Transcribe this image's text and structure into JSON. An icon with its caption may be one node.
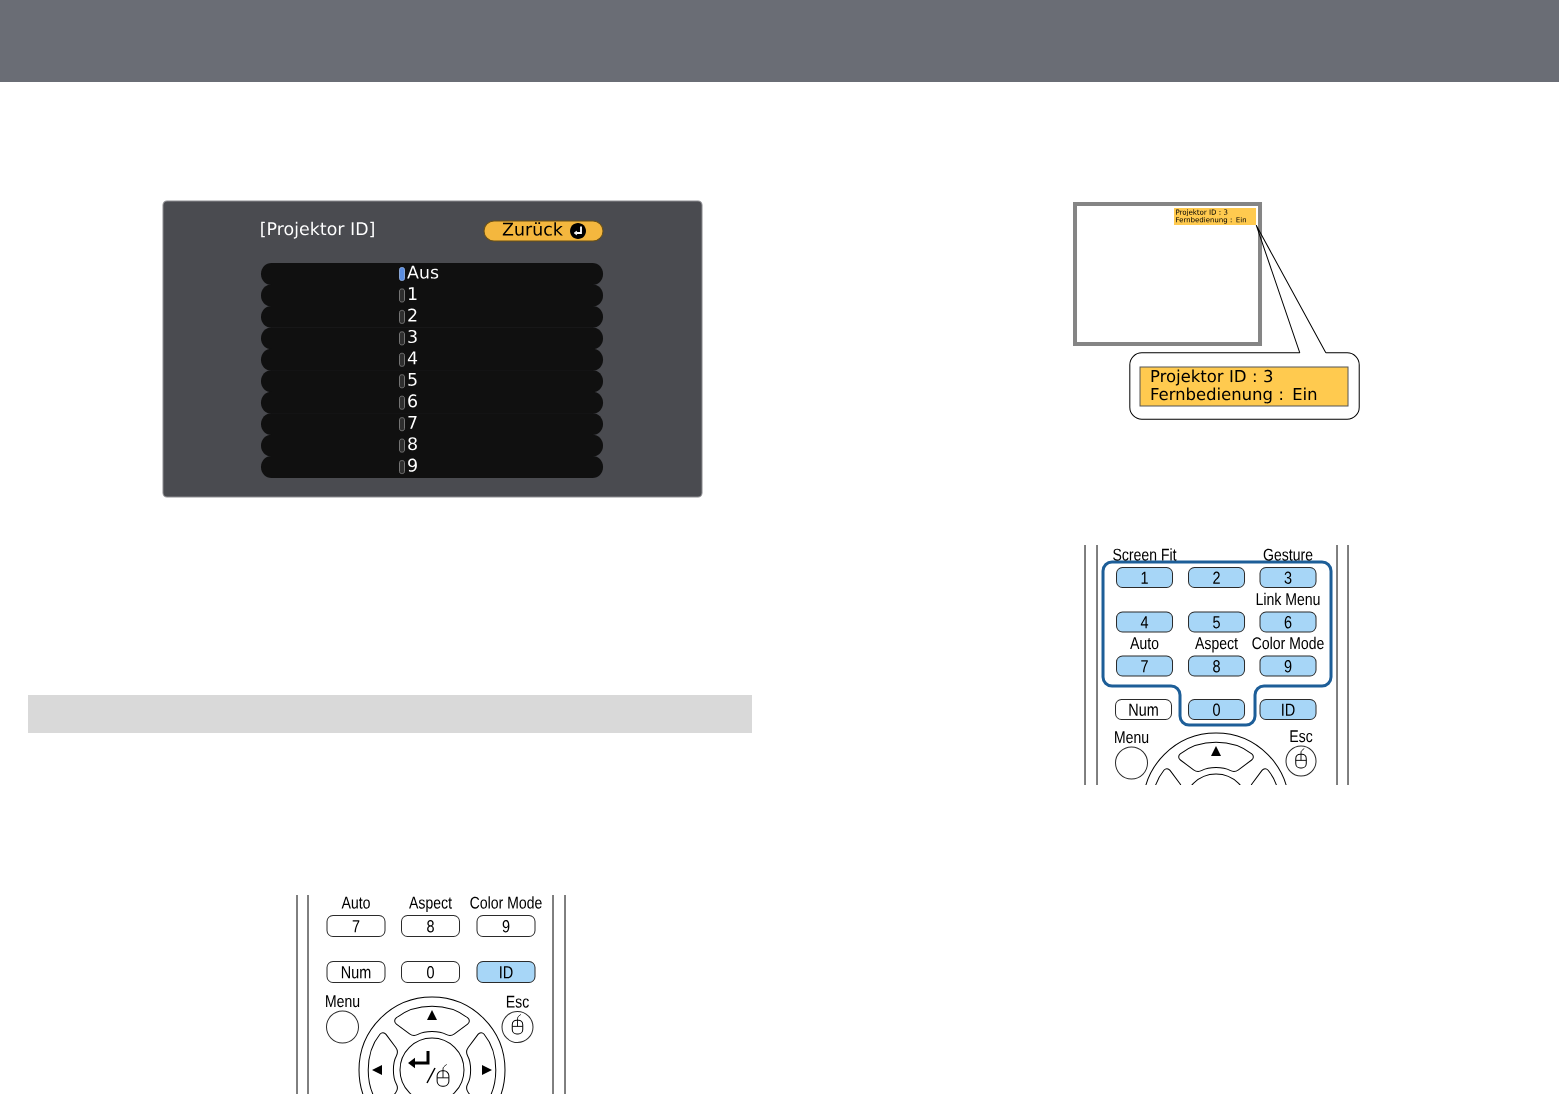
{
  "diagram": {
    "nodes": [
      {
        "text": [
          "[Projektor ID]"
        ]
      },
      {
        "text": [
          "Zurück"
        ],
        "in": 0
      },
      {
        "text": [
          "Aus"
        ],
        "in": 0
      },
      {
        "text": [
          "1"
        ],
        "in": 0
      },
      {
        "text": [
          "2"
        ],
        "in": 0
      },
      {
        "text": [
          "3"
        ],
        "in": 0
      },
      {
        "text": [
          "4"
        ],
        "in": 0
      },
      {
        "text": [
          "5"
        ],
        "in": 0
      },
      {
        "text": [
          "6"
        ],
        "in": 0
      },
      {
        "text": [
          "7"
        ],
        "in": 0
      },
      {
        "text": [
          "8"
        ],
        "in": 0
      },
      {
        "text": [
          "9"
        ],
        "in": 0
      },
      {
        "text": [],
        "shape": "box"
      },
      {
        "text": [
          "Projektor ID : 3",
          "Fernbedienung : Ein"
        ],
        "in": 12
      },
      {
        "text": [],
        "shape": "box"
      },
      {
        "text": [
          "Projektor ID : 3",
          "Fernbedienung : Ein"
        ],
        "in": 14
      },
      {
        "text": [],
        "shape": "box"
      },
      {
        "text": [
          "1"
        ],
        "in": 16,
        "beside": [
          "Screen Fit"
        ]
      },
      {
        "text": [
          "2"
        ],
        "in": 16
      },
      {
        "text": [
          "3"
        ],
        "in": 16,
        "beside": [
          "Gesture"
        ]
      },
      {
        "text": [
          "4"
        ],
        "in": 16
      },
      {
        "text": [
          "5"
        ],
        "in": 16
      },
      {
        "text": [
          "6"
        ],
        "in": 16,
        "beside": [
          "Link Menu"
        ]
      },
      {
        "text": [
          "7"
        ],
        "in": 16,
        "beside": [
          "Auto"
        ]
      },
      {
        "text": [
          "8"
        ],
        "in": 16,
        "beside": [
          "Aspect"
        ]
      },
      {
        "text": [
          "9"
        ],
        "in": 16,
        "beside": [
          "Color Mode"
        ]
      },
      {
        "text": [
          "0"
        ],
        "in": 16
      },
      {
        "text": [
          "Num"
        ]
      },
      {
        "text": [
          "ID"
        ]
      },
      {
        "text": [],
        "shape": "circle",
        "beside": [
          "Menu"
        ]
      },
      {
        "text": [],
        "shape": "circle",
        "beside": [
          "Esc"
        ]
      },
      {
        "text": [],
        "shape": "bar"
      },
      {
        "text": [
          "7"
        ],
        "beside": [
          "Auto"
        ]
      },
      {
        "text": [
          "8"
        ],
        "beside": [
          "Aspect"
        ]
      },
      {
        "text": [
          "9"
        ],
        "beside": [
          "Color Mode"
        ]
      },
      {
        "text": [
          "Num"
        ]
      },
      {
        "text": [
          "0"
        ]
      },
      {
        "text": [
          "ID"
        ]
      },
      {
        "text": [],
        "shape": "circle",
        "beside": [
          "Menu"
        ]
      },
      {
        "text": [],
        "shape": "circle",
        "beside": [
          "Esc"
        ]
      }
    ],
    "edges": [
      {
        "from": 14,
        "to": 13,
        "arrow": "none"
      }
    ]
  }
}
